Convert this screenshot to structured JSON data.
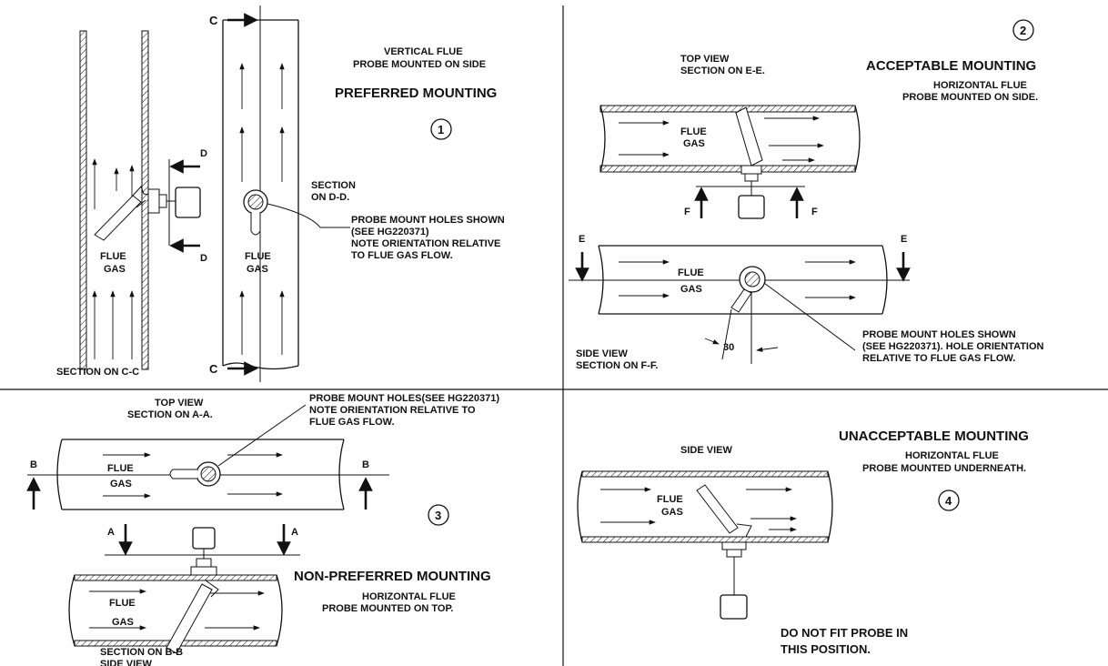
{
  "q1": {
    "title1": "VERTICAL FLUE",
    "title2": "PROBE MOUNTED ON SIDE",
    "heading": "PREFERRED MOUNTING",
    "number": "1",
    "cut_c": "C",
    "cut_d": "D",
    "gas_left1": "FLUE",
    "gas_left2": "GAS",
    "gas_right1": "FLUE",
    "gas_right2": "GAS",
    "section_dd1": "SECTION",
    "section_dd2": "ON D-D.",
    "note1": "PROBE MOUNT HOLES SHOWN",
    "note2": "(SEE HG220371)",
    "note3": "NOTE ORIENTATION RELATIVE",
    "note4": "TO FLUE GAS FLOW.",
    "section_cc": "SECTION ON C-C"
  },
  "q2": {
    "number": "2",
    "heading": "ACCEPTABLE MOUNTING",
    "sub1": "HORIZONTAL FLUE",
    "sub2": "PROBE MOUNTED ON SIDE.",
    "top1": "TOP VIEW",
    "top2": "SECTION ON E-E.",
    "gas1": "FLUE",
    "gas2": "GAS",
    "cut_f": "F",
    "cut_e": "E",
    "gas_b1": "FLUE",
    "gas_b2": "GAS",
    "angle": "30",
    "note1": "PROBE MOUNT HOLES SHOWN",
    "note2": "(SEE HG220371). HOLE ORIENTATION",
    "note3": "RELATIVE TO FLUE GAS FLOW.",
    "side1": "SIDE VIEW",
    "side2": "SECTION ON F-F."
  },
  "q3": {
    "top1": "TOP VIEW",
    "top2": "SECTION ON A-A.",
    "note1": "PROBE MOUNT HOLES(SEE HG220371)",
    "note2": "NOTE ORIENTATION RELATIVE TO",
    "note3": "FLUE GAS FLOW.",
    "cut_b": "B",
    "cut_a": "A",
    "gas1": "FLUE",
    "gas2": "GAS",
    "number": "3",
    "gas_b1": "FLUE",
    "gas_b2": "GAS",
    "heading": "NON-PREFERRED MOUNTING",
    "sub1": "HORIZONTAL FLUE",
    "sub2": "PROBE MOUNTED ON TOP.",
    "section1": "SECTION ON B-B",
    "section2": "SIDE VIEW"
  },
  "q4": {
    "side": "SIDE VIEW",
    "heading": "UNACCEPTABLE MOUNTING",
    "sub1": "HORIZONTAL FLUE",
    "sub2": "PROBE MOUNTED UNDERNEATH.",
    "number": "4",
    "gas1": "FLUE",
    "gas2": "GAS",
    "warn1": "DO NOT FIT PROBE IN",
    "warn2": "THIS POSITION."
  }
}
